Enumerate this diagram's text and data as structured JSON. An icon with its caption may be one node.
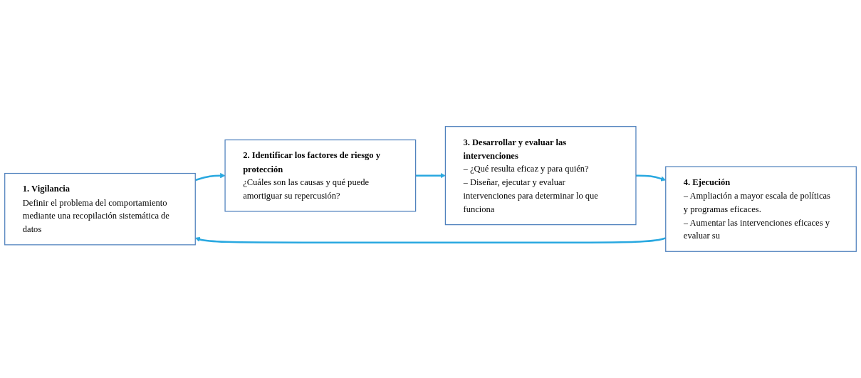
{
  "diagram": {
    "nodes": [
      {
        "text": [
          "1. Vigilancia",
          "Definir el problema del comportamiento mediante una recopilación sistemática de datos"
        ]
      },
      {
        "text": [
          "2. Identificar los factores de riesgo y protección",
          "¿Cuáles son las causas y qué puede amortiguar su repercusión?"
        ]
      },
      {
        "text": [
          "3. Desarrollar y evaluar las intervenciones",
          "– ¿Qué resulta eficaz y para quién?",
          "– Diseñar, ejecutar y evaluar intervenciones para determinar lo que funciona"
        ]
      },
      {
        "text": [
          "4. Ejecución",
          "– Ampliación a mayor escala de políticas y programas eficaces.",
          "– Aumentar las intervenciones eficaces y evaluar su"
        ]
      }
    ],
    "edges": [
      {
        "from": 0,
        "to": 1,
        "arrow": "to"
      },
      {
        "from": 1,
        "to": 2,
        "arrow": "to"
      },
      {
        "from": 2,
        "to": 3,
        "arrow": "to"
      },
      {
        "from": 3,
        "to": 0,
        "arrow": "to"
      }
    ]
  }
}
